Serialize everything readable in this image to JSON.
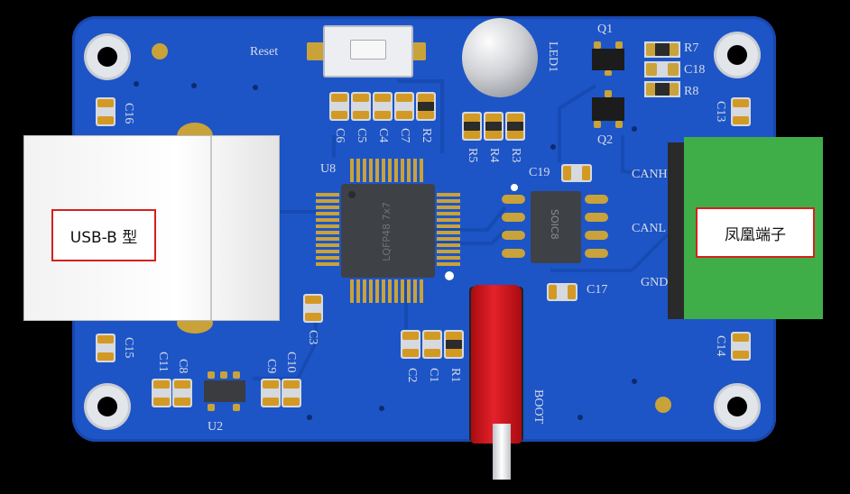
{
  "annotations": {
    "usb_label": "USB-B 型",
    "terminal_label": "凤凰端子"
  },
  "silkscreen": {
    "reset": "Reset",
    "led1": "LED1",
    "q1": "Q1",
    "q2": "Q2",
    "r7": "R7",
    "c18": "C18",
    "r8": "R8",
    "c13": "C13",
    "c16": "C16",
    "c6": "C6",
    "c5": "C5",
    "c4": "C4",
    "c7": "C7",
    "r2": "R2",
    "r5": "R5",
    "r4": "R4",
    "r3": "R3",
    "u8": "U8",
    "c19": "C19",
    "canh": "CANH",
    "canl": "CANL",
    "gnd": "GND",
    "c17": "C17",
    "c3": "C3",
    "c15": "C15",
    "c11": "C11",
    "c8": "C8",
    "c9": "C9",
    "c10": "C10",
    "u2": "U2",
    "c2": "C2",
    "c1": "C1",
    "r1": "R1",
    "boot": "BOOT",
    "c14": "C14",
    "mcu_marking": "LQFP48 7x7",
    "transceiver_marking": "SOIC8"
  },
  "colors": {
    "pcb": "#1d55c7",
    "terminal": "#3fae49",
    "annotation_border": "#d6201e",
    "boot_jumper": "#d8141a"
  }
}
